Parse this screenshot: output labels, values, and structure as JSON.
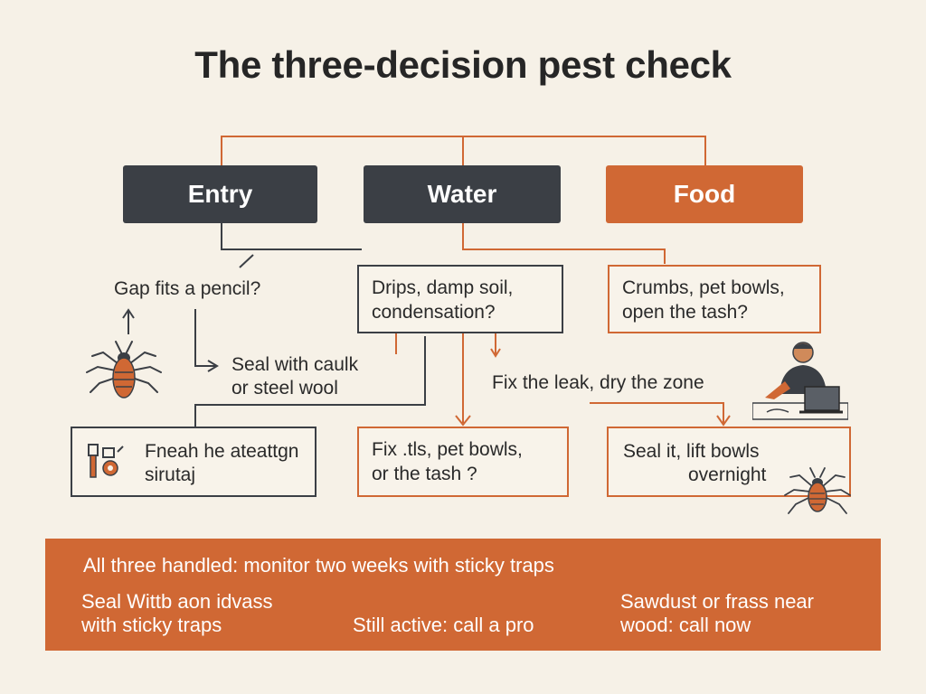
{
  "title": "The three-decision pest check",
  "headers": {
    "entry": "Entry",
    "water": "Water",
    "food": "Food"
  },
  "entry": {
    "question": "Gap fits a pencil?",
    "action_line1": "Seal with caulk",
    "action_line2": "or steel wool",
    "result_line1": "Fneah he ateattgn",
    "result_line2": "sirutaj"
  },
  "water": {
    "question_line1": "Drips, damp soil,",
    "question_line2": "condensation?",
    "action": "Fix the leak, dry the zone",
    "result_line1": "Fix .tls, pet bowls,",
    "result_line2": "or the tash ?"
  },
  "food": {
    "question_line1": "Crumbs, pet bowls,",
    "question_line2": "open the tash?",
    "result_line1": "Seal it, lift bowls",
    "result_line2": "overnight"
  },
  "bottom": {
    "headline": "All three handled: monitor two weeks with sticky traps",
    "left_line1": "Seal Wittb aon idvass",
    "left_line2": "with sticky traps",
    "middle": "Still active: call a pro",
    "right_line1": "Sawdust or frass near",
    "right_line2": "wood: call now"
  },
  "colors": {
    "accent": "#d06834",
    "dark": "#3b3f45",
    "background": "#f6f1e7"
  },
  "icons": [
    "pest-insect-icon",
    "tools-icon",
    "person-laptop-icon",
    "pest-insect-icon"
  ]
}
